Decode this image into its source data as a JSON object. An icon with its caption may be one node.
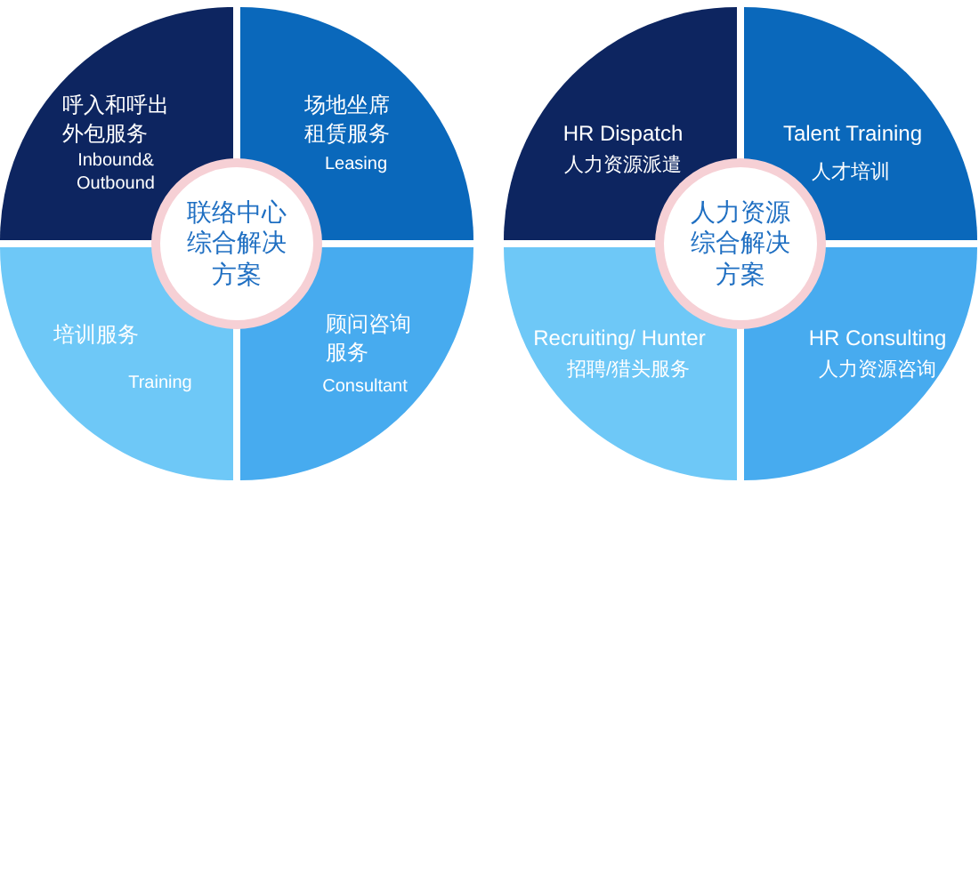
{
  "diagram": {
    "nodes": [
      {
        "text": [
          "呼入和呼出外包服务",
          "Inbound& Outbound"
        ]
      },
      {
        "text": [
          "场地坐席租赁服务",
          "Leasing"
        ]
      },
      {
        "text": [
          "联络中心综合解决方案"
        ]
      },
      {
        "text": [
          "培训服务",
          "Training"
        ]
      },
      {
        "text": [
          "顾问咨询服务",
          "Consultant"
        ]
      },
      {
        "text": [
          "HR Dispatch",
          "人力资源派遣"
        ]
      },
      {
        "text": [
          "Talent Training",
          "人才培训"
        ]
      },
      {
        "text": [
          "人力资源综合解决方案"
        ]
      },
      {
        "text": [
          "Recruiting/ Hunter",
          "招聘/猎头服务"
        ]
      },
      {
        "text": [
          "HR Consulting",
          "人力资源咨询"
        ]
      }
    ],
    "edges": []
  }
}
